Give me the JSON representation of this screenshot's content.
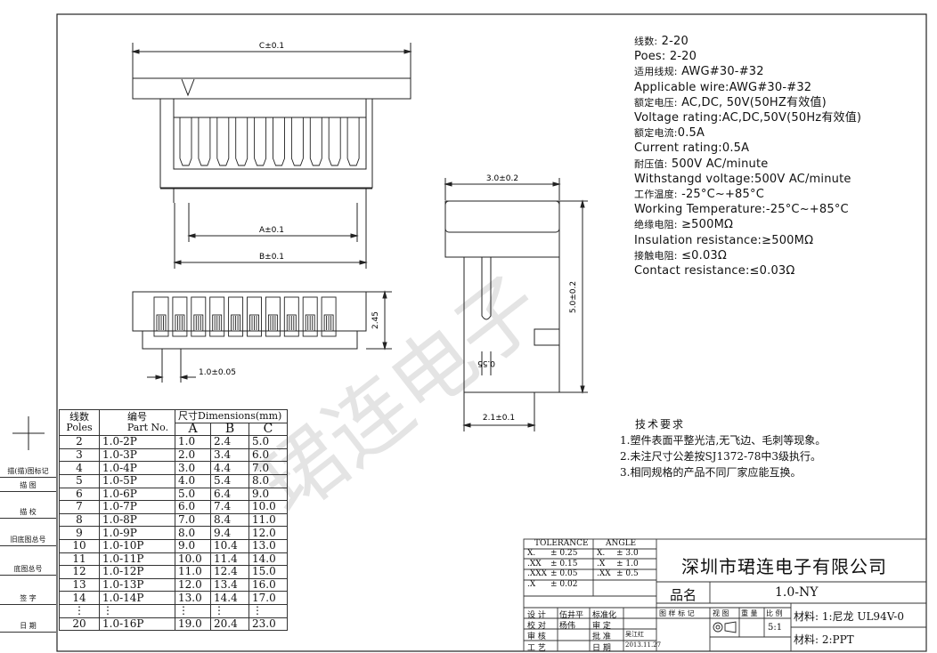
{
  "drawing": {
    "top_view": {
      "dim_c": "C±0.1",
      "dim_a": "A±0.1",
      "dim_b": "B±0.1"
    },
    "front_view": {
      "dim_height": "2.45",
      "dim_pitch": "1.0±0.05"
    },
    "side_view": {
      "dim_width_top": "3.0±0.2",
      "dim_height": "5.0±0.2",
      "dim_slot": "0.55",
      "dim_width_bottom": "2.1±0.1"
    },
    "watermark": "珺连电子"
  },
  "specs": [
    {
      "cn": "线数:",
      "val": "2-20"
    },
    {
      "en": "Poes: 2-20"
    },
    {
      "cn": "适用线规:",
      "val": "AWG#30-#32"
    },
    {
      "en": "Applicable wire:AWG#30-#32"
    },
    {
      "cn": "额定电压:",
      "val": "AC,DC, 50V(50HZ有效值)"
    },
    {
      "en": "Voltage rating:AC,DC,50V(50Hz有效值)"
    },
    {
      "cn": "额定电流:",
      "val": "0.5A"
    },
    {
      "en": "Current rating:0.5A"
    },
    {
      "cn": "耐压值:",
      "val": "500V AC/minute"
    },
    {
      "en": "Withstangd voltage:500V AC/minute"
    },
    {
      "cn": "工作温度:",
      "val": "-25°C~+85°C"
    },
    {
      "en": "Working Temperature:-25°C~+85°C"
    },
    {
      "cn": "绝缘电阻:",
      "val": "≥500MΩ"
    },
    {
      "en": "Insulation resistance:≥500MΩ"
    },
    {
      "cn": "接触电阻:",
      "val": "≤0.03Ω"
    },
    {
      "en": "Contact resistance:≤0.03Ω"
    }
  ],
  "notes": {
    "heading": "技术要求",
    "items": [
      "1.塑件表面平整光洁,无飞边、毛刺等现象。",
      "2.未注尺寸公差按SJ1372-78中3级执行。",
      "3.相同规格的产品不同厂家应能互换。"
    ]
  },
  "dim_table": {
    "header": {
      "poles_cn": "线数",
      "poles_en": "Poles",
      "part_cn": "编号",
      "part_en": "Part No.",
      "dims": "尺寸Dimensions(mm)",
      "a": "A",
      "b": "B",
      "c": "C"
    },
    "rows": [
      [
        "2",
        "1.0-2P",
        "1.0",
        "2.4",
        "5.0"
      ],
      [
        "3",
        "1.0-3P",
        "2.0",
        "3.4",
        "6.0"
      ],
      [
        "4",
        "1.0-4P",
        "3.0",
        "4.4",
        "7.0"
      ],
      [
        "5",
        "1.0-5P",
        "4.0",
        "5.4",
        "8.0"
      ],
      [
        "6",
        "1.0-6P",
        "5.0",
        "6.4",
        "9.0"
      ],
      [
        "7",
        "1.0-7P",
        "6.0",
        "7.4",
        "10.0"
      ],
      [
        "8",
        "1.0-8P",
        "7.0",
        "8.4",
        "11.0"
      ],
      [
        "9",
        "1.0-9P",
        "8.0",
        "9.4",
        "12.0"
      ],
      [
        "10",
        "1.0-10P",
        "9.0",
        "10.4",
        "13.0"
      ],
      [
        "11",
        "1.0-11P",
        "10.0",
        "11.4",
        "14.0"
      ],
      [
        "12",
        "1.0-12P",
        "11.0",
        "12.4",
        "15.0"
      ],
      [
        "13",
        "1.0-13P",
        "12.0",
        "13.4",
        "16.0"
      ],
      [
        "14",
        "1.0-14P",
        "13.0",
        "14.4",
        "17.0"
      ],
      [
        "⋮",
        "⋮",
        "⋮",
        "⋮",
        "⋮"
      ],
      [
        "20",
        "1.0-16P",
        "19.0",
        "20.4",
        "23.0"
      ]
    ]
  },
  "left_labels": [
    "描(描)图标记",
    "描 图",
    "描 校",
    "旧底图总号",
    "底图总号",
    "签 字",
    "日 期"
  ],
  "title_block": {
    "tolerance_label": "TOLERANCE",
    "angle_label": "ANGLE",
    "tolerances": [
      [
        "X.",
        "± 0.25",
        "X.",
        "± 3.0"
      ],
      [
        ".XX",
        "± 0.15",
        ".X",
        "± 1.0"
      ],
      [
        ".XXX",
        "± 0.05",
        ".XX",
        "± 0.5"
      ],
      [
        ".X",
        "± 0.02",
        "",
        ""
      ]
    ],
    "company": "深圳市珺连电子有限公司",
    "product_label": "品名",
    "product_name": "1.0-NY",
    "signoff": [
      [
        "设 计",
        "伍井平",
        "标准化",
        ""
      ],
      [
        "校 对",
        "杨伟",
        "审 定",
        ""
      ],
      [
        "审 核",
        "",
        "批 准",
        "吴江红"
      ],
      [
        "工 艺",
        "",
        "日 期",
        "2013.11.27"
      ]
    ],
    "drawing_mark": "图 样 标 记",
    "view_label": "视 图",
    "weight_label": "重 量",
    "scale_label": "比 例",
    "scale": "5:1",
    "material1": "材料: 1:尼龙 UL94V-0",
    "material2": "材料: 2:PPT"
  }
}
